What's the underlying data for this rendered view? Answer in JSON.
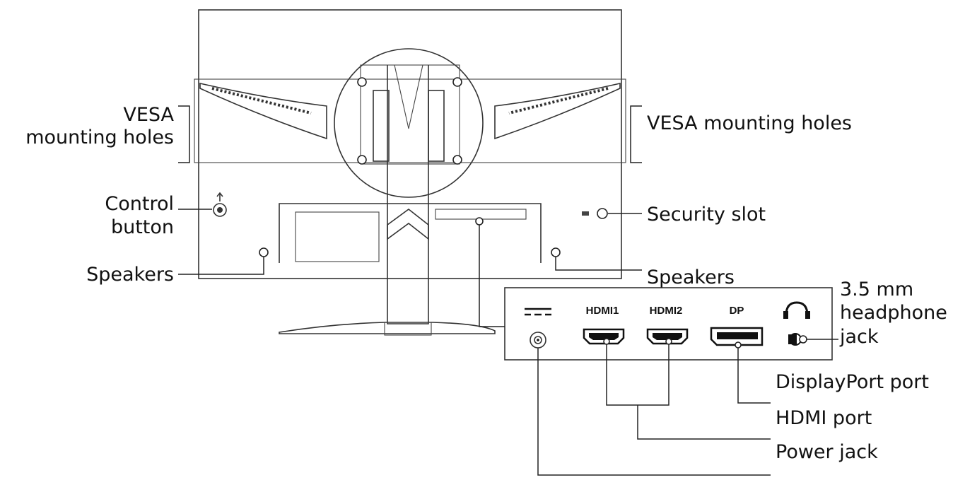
{
  "callouts": {
    "vesa_left": [
      "VESA",
      "mounting holes"
    ],
    "vesa_right": "VESA mounting holes",
    "control_button": [
      "Control",
      "button"
    ],
    "security_slot": "Security slot",
    "speakers_left": "Speakers",
    "speakers_right": "Speakers",
    "headphone_jack": [
      "3.5 mm",
      "headphone",
      "jack"
    ],
    "displayport_port": "DisplayPort port",
    "hdmi_port": "HDMI port",
    "power_jack": "Power jack"
  },
  "port_panel": {
    "hdmi1": "HDMI1",
    "hdmi2": "HDMI2",
    "dp": "DP"
  },
  "icons": [
    "dc-power-icon",
    "headphone-icon",
    "lock-icon"
  ]
}
